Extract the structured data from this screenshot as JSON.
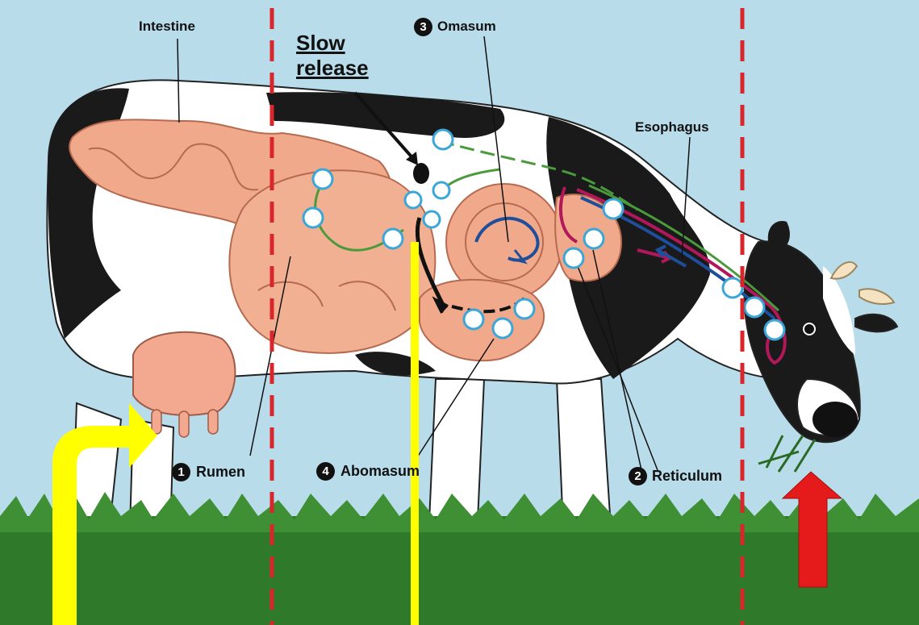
{
  "labels": {
    "intestine": "Intestine",
    "slow_release_line1": "Slow",
    "slow_release_line2": "release",
    "omasum": "Omasum",
    "omasum_num": "3",
    "esophagus": "Esophagus",
    "rumen": "Rumen",
    "rumen_num": "1",
    "abomasum": "Abomasum",
    "abomasum_num": "4",
    "reticulum": "Reticulum",
    "reticulum_num": "2"
  },
  "colors": {
    "sky": "#b9dcea",
    "grass": "#2f7a2a",
    "organ": "#f0a98a",
    "cow_black": "#1a1a1a",
    "cow_white": "#ffffff",
    "divider_red": "#d8262b",
    "arrow_yellow": "#ffff00",
    "arrow_red": "#e51a1a",
    "flow_green": "#4a9a3c",
    "flow_magenta": "#b0185a",
    "flow_blue": "#1f4e9a",
    "particle_fill": "#ffffff",
    "particle_ring": "#3aa7d8"
  }
}
